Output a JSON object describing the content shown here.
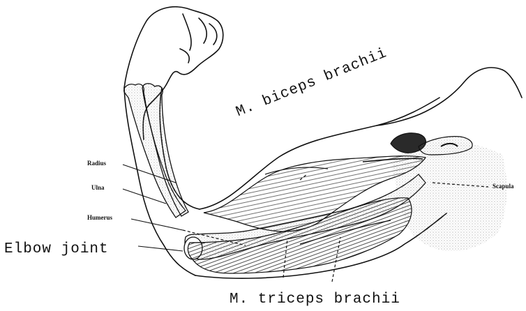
{
  "labels": {
    "radius": "Radius",
    "ulna": "Ulna",
    "humerus": "Humerus",
    "elbow_joint": "Elbow joint",
    "biceps": "M. biceps brachii",
    "triceps": "M. triceps brachii",
    "scapula": "Scapula"
  },
  "colors": {
    "ink": "#111111",
    "stipple": "#9a9a9a"
  }
}
